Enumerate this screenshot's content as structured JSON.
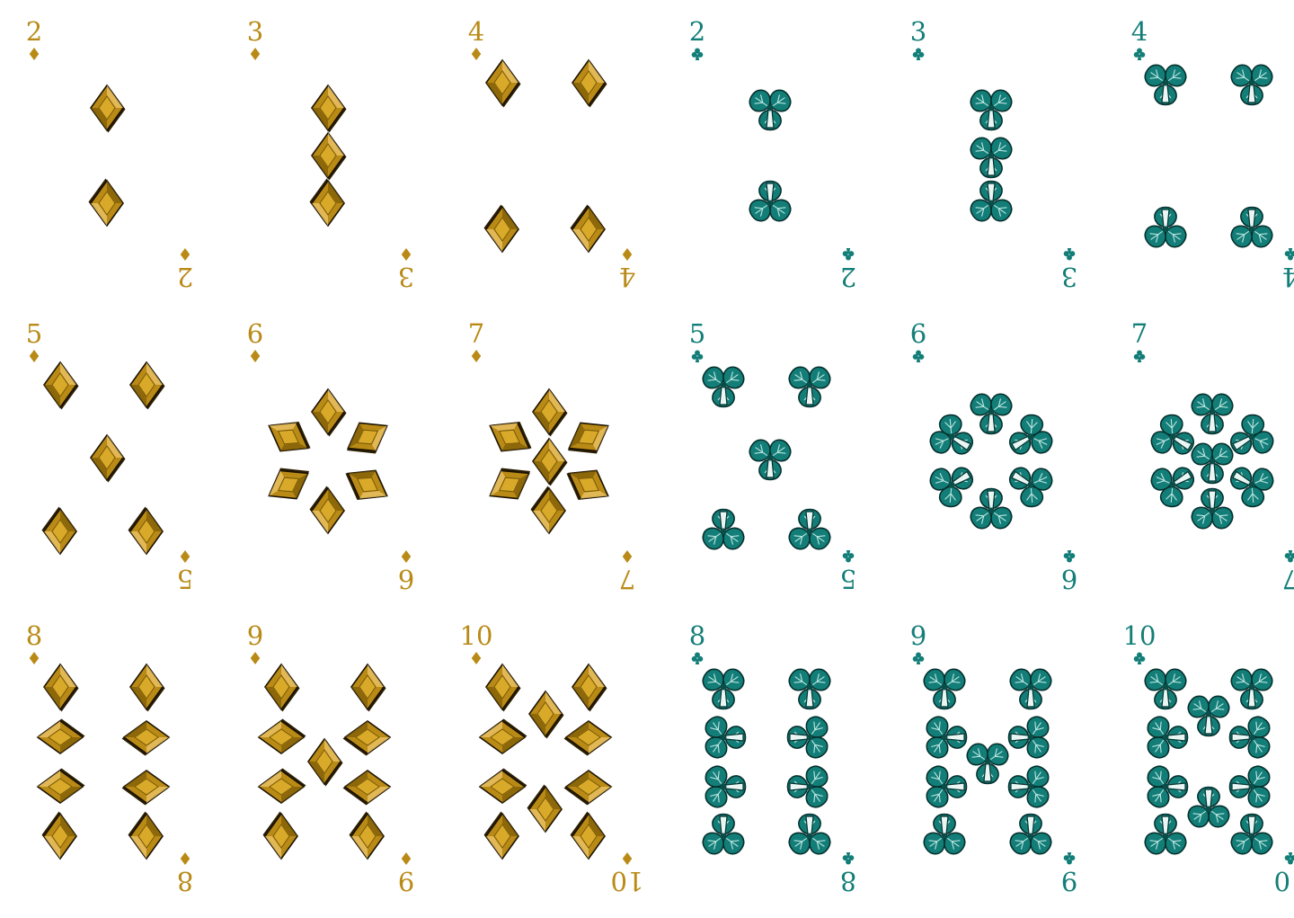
{
  "colors": {
    "diamond": "#b98a16",
    "diamond_light": "#e8c060",
    "diamond_dark": "#7a5a06",
    "club": "#137e78",
    "club_light": "#3aa8a0",
    "club_dark": "#0a4d49"
  },
  "cards": [
    {
      "rank": "2",
      "suit": "diamond",
      "pips": 2
    },
    {
      "rank": "3",
      "suit": "diamond",
      "pips": 3
    },
    {
      "rank": "4",
      "suit": "diamond",
      "pips": 4
    },
    {
      "rank": "2",
      "suit": "club",
      "pips": 2
    },
    {
      "rank": "3",
      "suit": "club",
      "pips": 3
    },
    {
      "rank": "4",
      "suit": "club",
      "pips": 4
    },
    {
      "rank": "5",
      "suit": "diamond",
      "pips": 5
    },
    {
      "rank": "6",
      "suit": "diamond",
      "pips": 6
    },
    {
      "rank": "7",
      "suit": "diamond",
      "pips": 7
    },
    {
      "rank": "5",
      "suit": "club",
      "pips": 5
    },
    {
      "rank": "6",
      "suit": "club",
      "pips": 6
    },
    {
      "rank": "7",
      "suit": "club",
      "pips": 7
    },
    {
      "rank": "8",
      "suit": "diamond",
      "pips": 8
    },
    {
      "rank": "9",
      "suit": "diamond",
      "pips": 9
    },
    {
      "rank": "10",
      "suit": "diamond",
      "pips": 10
    },
    {
      "rank": "8",
      "suit": "club",
      "pips": 8
    },
    {
      "rank": "9",
      "suit": "club",
      "pips": 9
    },
    {
      "rank": "10",
      "suit": "club",
      "pips": 10
    }
  ]
}
